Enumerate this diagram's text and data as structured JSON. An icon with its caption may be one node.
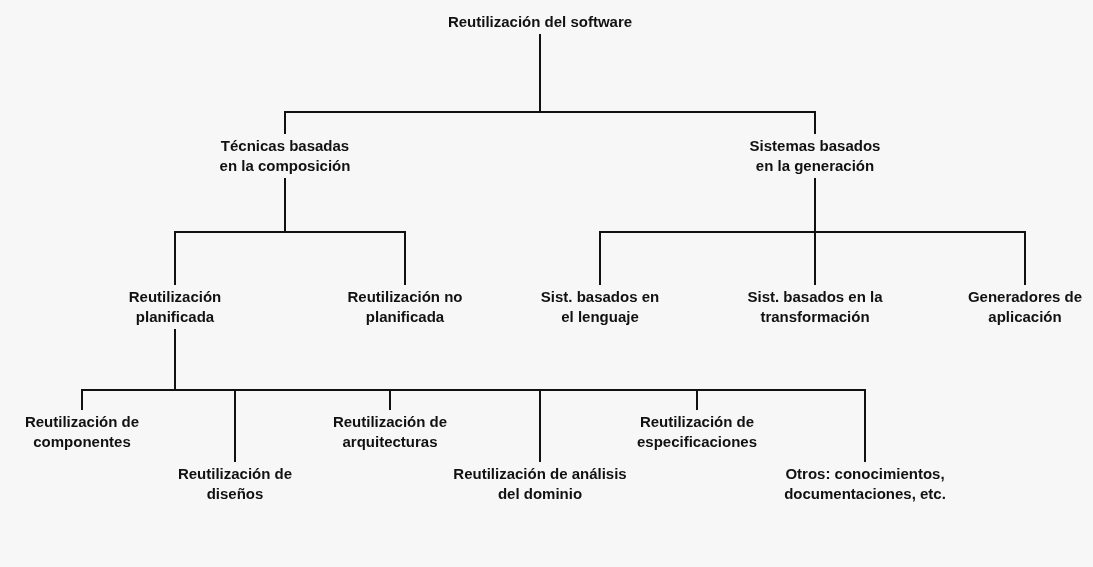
{
  "diagram": {
    "nodes": [
      {
        "text": [
          "Reutilización del software"
        ]
      },
      {
        "text": [
          "Técnicas basadas en la composición"
        ]
      },
      {
        "text": [
          "Sistemas basados en la generación"
        ]
      },
      {
        "text": [
          "Reutilización planificada"
        ]
      },
      {
        "text": [
          "Reutilización no planificada"
        ]
      },
      {
        "text": [
          "Sist. basados en el lenguaje"
        ]
      },
      {
        "text": [
          "Sist. basados en la transformación"
        ]
      },
      {
        "text": [
          "Generadores de aplicación"
        ]
      },
      {
        "text": [
          "Reutilización de componentes"
        ]
      },
      {
        "text": [
          "Reutilización de diseños"
        ]
      },
      {
        "text": [
          "Reutilización de arquitecturas"
        ]
      },
      {
        "text": [
          "Reutilización de análisis del dominio"
        ]
      },
      {
        "text": [
          "Reutilización de especificaciones"
        ]
      },
      {
        "text": [
          "Otros: conocimientos, documentaciones, etc."
        ]
      }
    ],
    "edges": [
      {
        "from": 0,
        "to": 1,
        "arrow": "none"
      },
      {
        "from": 0,
        "to": 2,
        "arrow": "none"
      },
      {
        "from": 1,
        "to": 3,
        "arrow": "none"
      },
      {
        "from": 1,
        "to": 4,
        "arrow": "none"
      },
      {
        "from": 2,
        "to": 5,
        "arrow": "none"
      },
      {
        "from": 2,
        "to": 6,
        "arrow": "none"
      },
      {
        "from": 2,
        "to": 7,
        "arrow": "none"
      },
      {
        "from": 3,
        "to": 8,
        "arrow": "none"
      },
      {
        "from": 3,
        "to": 9,
        "arrow": "none"
      },
      {
        "from": 3,
        "to": 10,
        "arrow": "none"
      },
      {
        "from": 3,
        "to": 11,
        "arrow": "none"
      },
      {
        "from": 3,
        "to": 12,
        "arrow": "none"
      },
      {
        "from": 3,
        "to": 13,
        "arrow": "none"
      }
    ]
  }
}
